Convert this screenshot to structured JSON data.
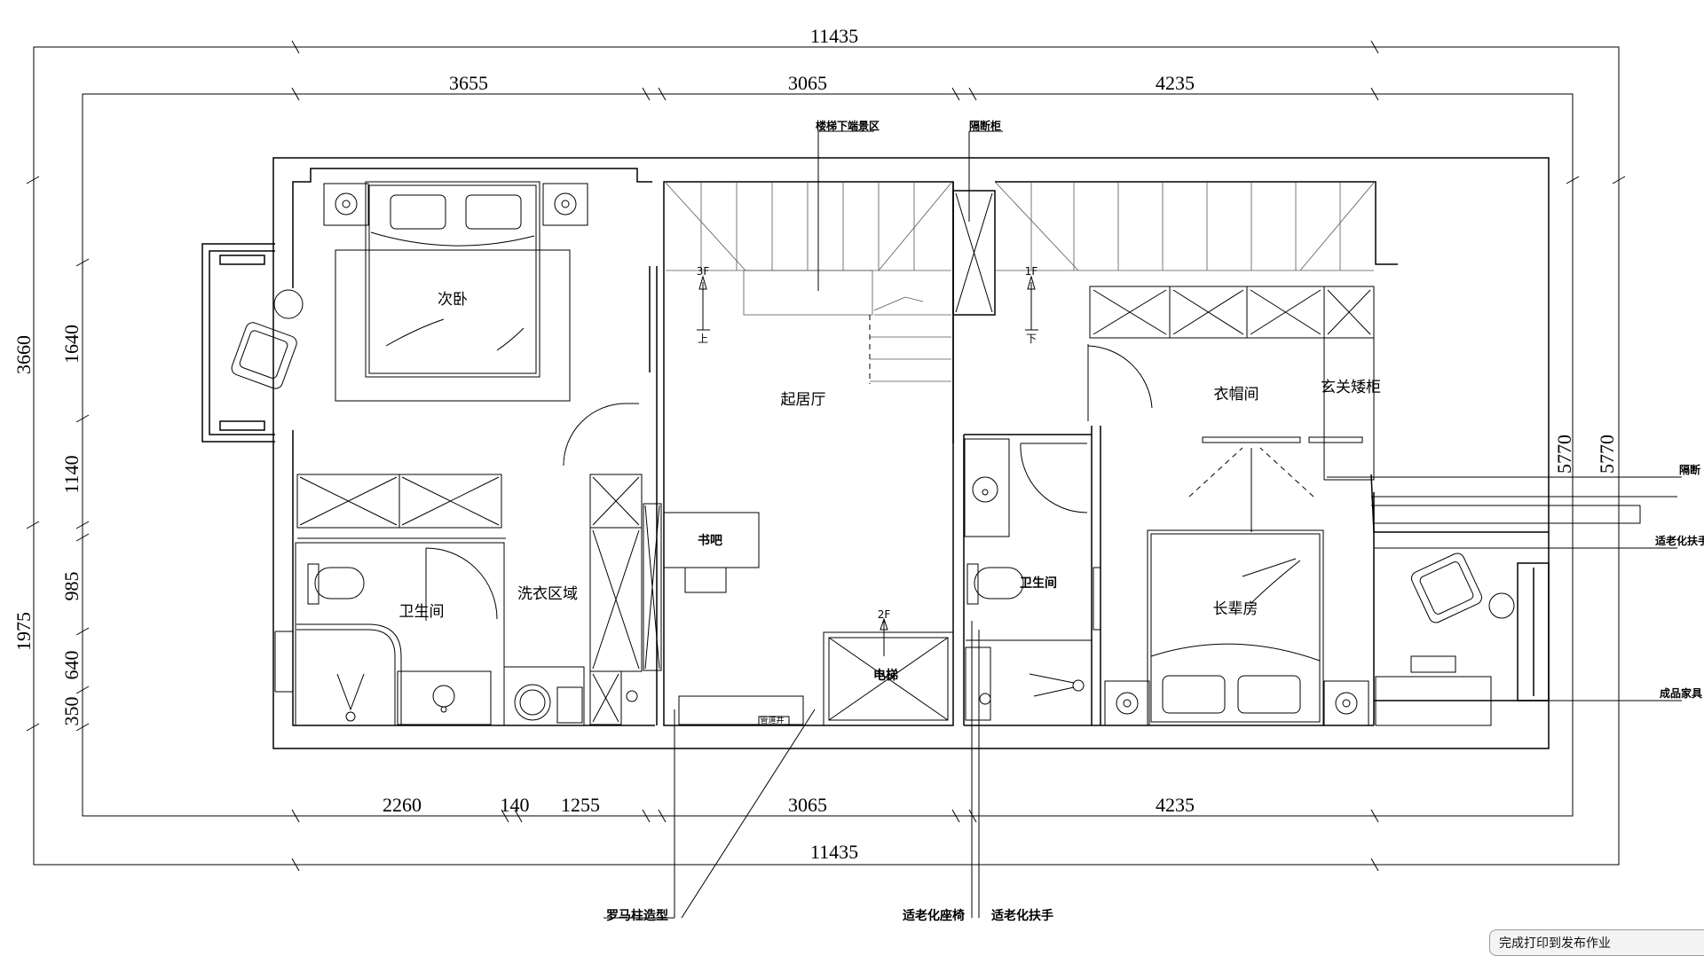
{
  "dimensions": {
    "total_top": "11435",
    "total_bottom": "11435",
    "top_segments": [
      "3655",
      "3065",
      "4235"
    ],
    "bottom_segments": [
      "2260",
      "140",
      "1255",
      "3065",
      "4235"
    ],
    "left_total": "3660",
    "left_total_lower": "1975",
    "left_segments": [
      "1640",
      "1140",
      "985",
      "640",
      "350"
    ],
    "right_a": "5770",
    "right_b": "5770"
  },
  "rooms": {
    "second_bedroom": "次卧",
    "living_room": "起居厅",
    "bathroom_left": "卫生间",
    "laundry": "洗衣区域",
    "study_bar": "书吧",
    "elevator": "电梯",
    "bathroom_right": "卫生间",
    "cloakroom": "衣帽间",
    "entry_cabinet": "玄关矮柜",
    "elder_room": "长辈房"
  },
  "stairs": {
    "up_floor": "3F",
    "up_label": "上",
    "down_floor": "1F",
    "down_label": "下",
    "elevator_floor": "2F"
  },
  "annotations": {
    "under_stair": "楼梯下端景区",
    "partition_cabinet": "隔断柜",
    "partition": "隔断",
    "elder_handrail_right": "适老化扶手",
    "finished_furniture": "成品家具",
    "pipe_shaft": "管道井",
    "roman_column": "罗马柱造型",
    "elder_seat": "适老化座椅",
    "elder_handrail_bottom": "适老化扶手"
  },
  "toast": {
    "text": "完成打印到发布作业"
  }
}
